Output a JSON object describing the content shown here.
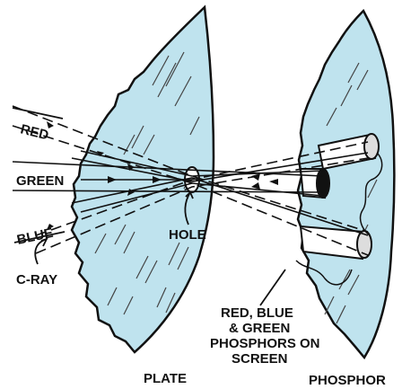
{
  "labels": {
    "red": "RED",
    "green": "GREEN",
    "blue": "BLUE",
    "c_ray": "C-RAY",
    "hole": "HOLE",
    "phosphors_line1": "RED, BLUE",
    "phosphors_line2": "& GREEN",
    "phosphors_line3": "PHOSPHORS ON",
    "phosphors_line4": "SCREEN",
    "plate": "PLATE",
    "phosphor": "PHOSPHOR"
  },
  "colors": {
    "glass_fill": "#bfe3ee",
    "ink": "#111111",
    "background": "#ffffff"
  }
}
